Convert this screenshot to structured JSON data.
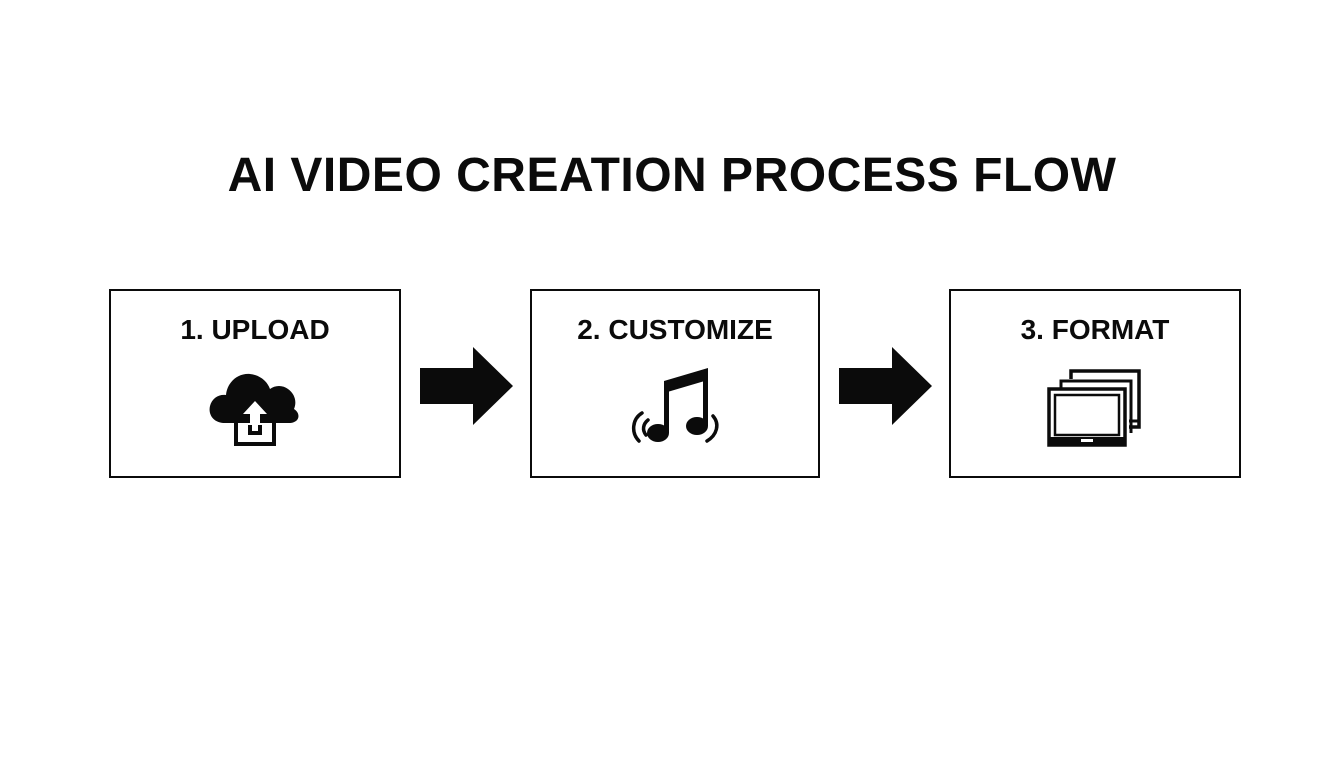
{
  "diagram": {
    "title": "AI VIDEO CREATION PROCESS FLOW",
    "steps": [
      {
        "label": "1. UPLOAD",
        "icon": "cloud-upload-icon"
      },
      {
        "label": "2. CUSTOMIZE",
        "icon": "music-note-icon"
      },
      {
        "label": "3. FORMAT",
        "icon": "multi-screen-icon"
      }
    ],
    "connectors": [
      "right-arrow-icon",
      "right-arrow-icon"
    ],
    "colors": {
      "background": "#ffffff",
      "ink": "#0b0b0b"
    }
  }
}
